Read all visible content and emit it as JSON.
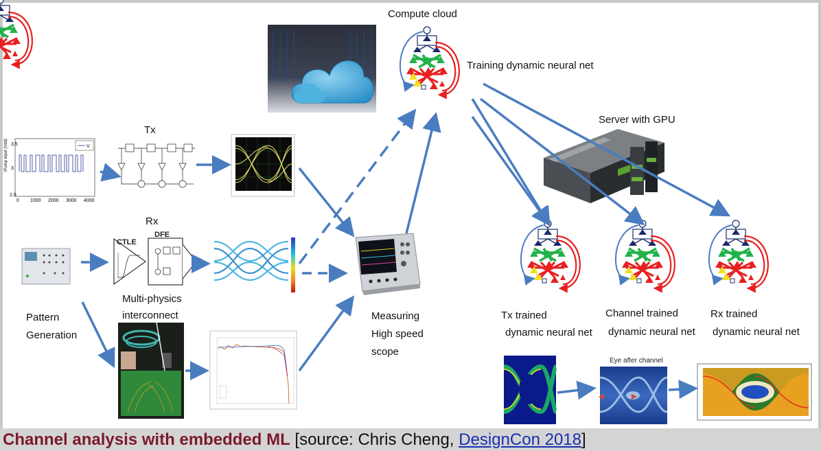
{
  "labels": {
    "compute_cloud": "Compute cloud",
    "training_net": "Training dynamic neural net",
    "server_gpu": "Server with GPU",
    "tx": "Tx",
    "rx": "Rx",
    "ctle": "CTLE",
    "dfe": "DFE",
    "multi_physics_1": "Multi-physics",
    "multi_physics_2": "interconnect",
    "pattern_1": "Pattern",
    "pattern_2": "Generation",
    "measuring_1": "Measuring",
    "measuring_2": "High speed",
    "measuring_3": "scope",
    "tx_trained_1": "Tx trained",
    "tx_trained_2": "dynamic neural net",
    "ch_trained_1": "Channel trained",
    "ch_trained_2": "dynamic neural net",
    "rx_trained_1": "Rx trained",
    "rx_trained_2": "dynamic neural net",
    "eye_after_channel": "Eye after channel",
    "ylabel_pump": "iPump input (Vdd)",
    "tick_y_35": "3.5",
    "tick_y_3": "3",
    "tick_y_25": "2.5",
    "tick_x_0": "0",
    "tick_x_1000": "1000",
    "tick_x_2000": "2000",
    "tick_x_3000": "3000",
    "tick_x_4000": "4000",
    "legend_v": "V"
  },
  "caption": {
    "bold": "Channel analysis with embedded ML",
    "plain_before": " [source: Chris Cheng, ",
    "link": "DesignCon 2018",
    "plain_after": "]"
  },
  "colors": {
    "arrow": "#4a7cc0",
    "caption_bold": "#7a1a2e",
    "link": "#1a2fb0",
    "net_red": "#e82020",
    "net_green": "#22b24a",
    "net_yellow": "#f2e21a",
    "net_navy": "#1a2a6a",
    "cloud": "#3fa6d8"
  }
}
